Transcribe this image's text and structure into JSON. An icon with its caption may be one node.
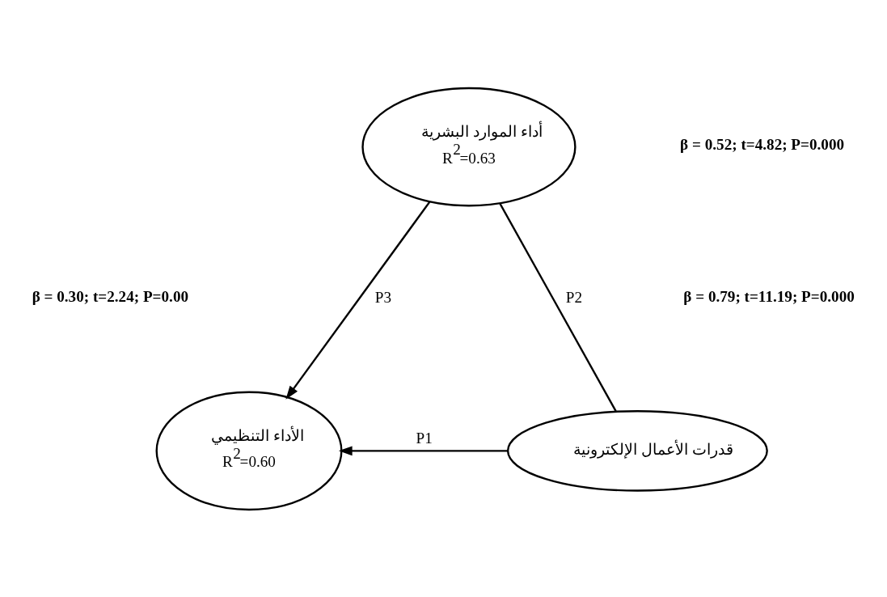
{
  "diagram": {
    "nodes": [
      {
        "text": [
          "أداء الموارد البشرية",
          "R$^{2}$=0.63"
        ]
      },
      {
        "text": [
          "الأداء التنظيمي",
          "R$^{2}$=0.60"
        ]
      },
      {
        "text": [
          "قدرات الأعمال الإلكترونية"
        ]
      }
    ],
    "edges": [
      {
        "from": 0,
        "to": 1,
        "arrow": "to",
        "label": "P3"
      },
      {
        "from": 0,
        "to": 2,
        "arrow": "none",
        "label": "P2"
      },
      {
        "from": 2,
        "to": 1,
        "arrow": "to",
        "label": "P1"
      }
    ],
    "labels": [
      "β = 0.30; t=2.24; P=0.00",
      "β = 0.79; t=11.19; P=0.000",
      "β = 0.52; t=4.82; P=0.000"
    ]
  }
}
